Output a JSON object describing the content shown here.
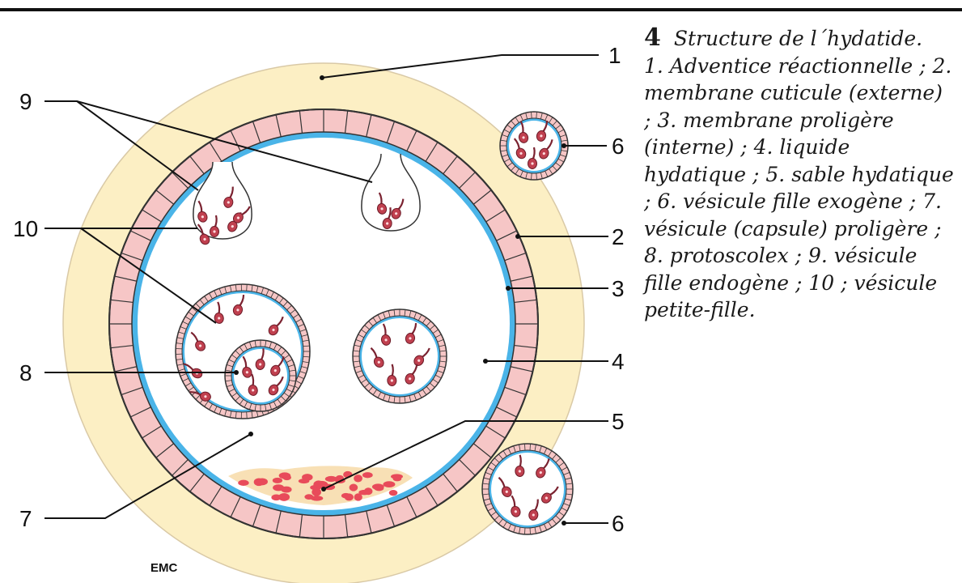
{
  "figure": {
    "number": "4",
    "title": "Structure de l´hydatide.",
    "legend": "1. Adventice réactionnelle ; 2. membrane cuticule (externe) ; 3. membrane proligère (interne) ; 4. liquide hydatique ; 5. sable hydatique ; 6. vésicule fille exogène ; 7. vésicule (capsule) proligère ; 8. protoscolex ; 9. vésicule fille endogène ; 10 ; vésicule petite-fille.",
    "watermark": "EMC"
  },
  "labels": {
    "l1": "1",
    "l2": "2",
    "l3": "3",
    "l4": "4",
    "l5": "5",
    "l6a": "6",
    "l6b": "6",
    "l7": "7",
    "l8": "8",
    "l9": "9",
    "l10": "10"
  },
  "colors": {
    "adventice": "#fcefc4",
    "cuticle": "#f6c6c6",
    "germinal": "#49b3e6",
    "protoscolex": "#b03a4a",
    "sand": "#e84b5a"
  }
}
